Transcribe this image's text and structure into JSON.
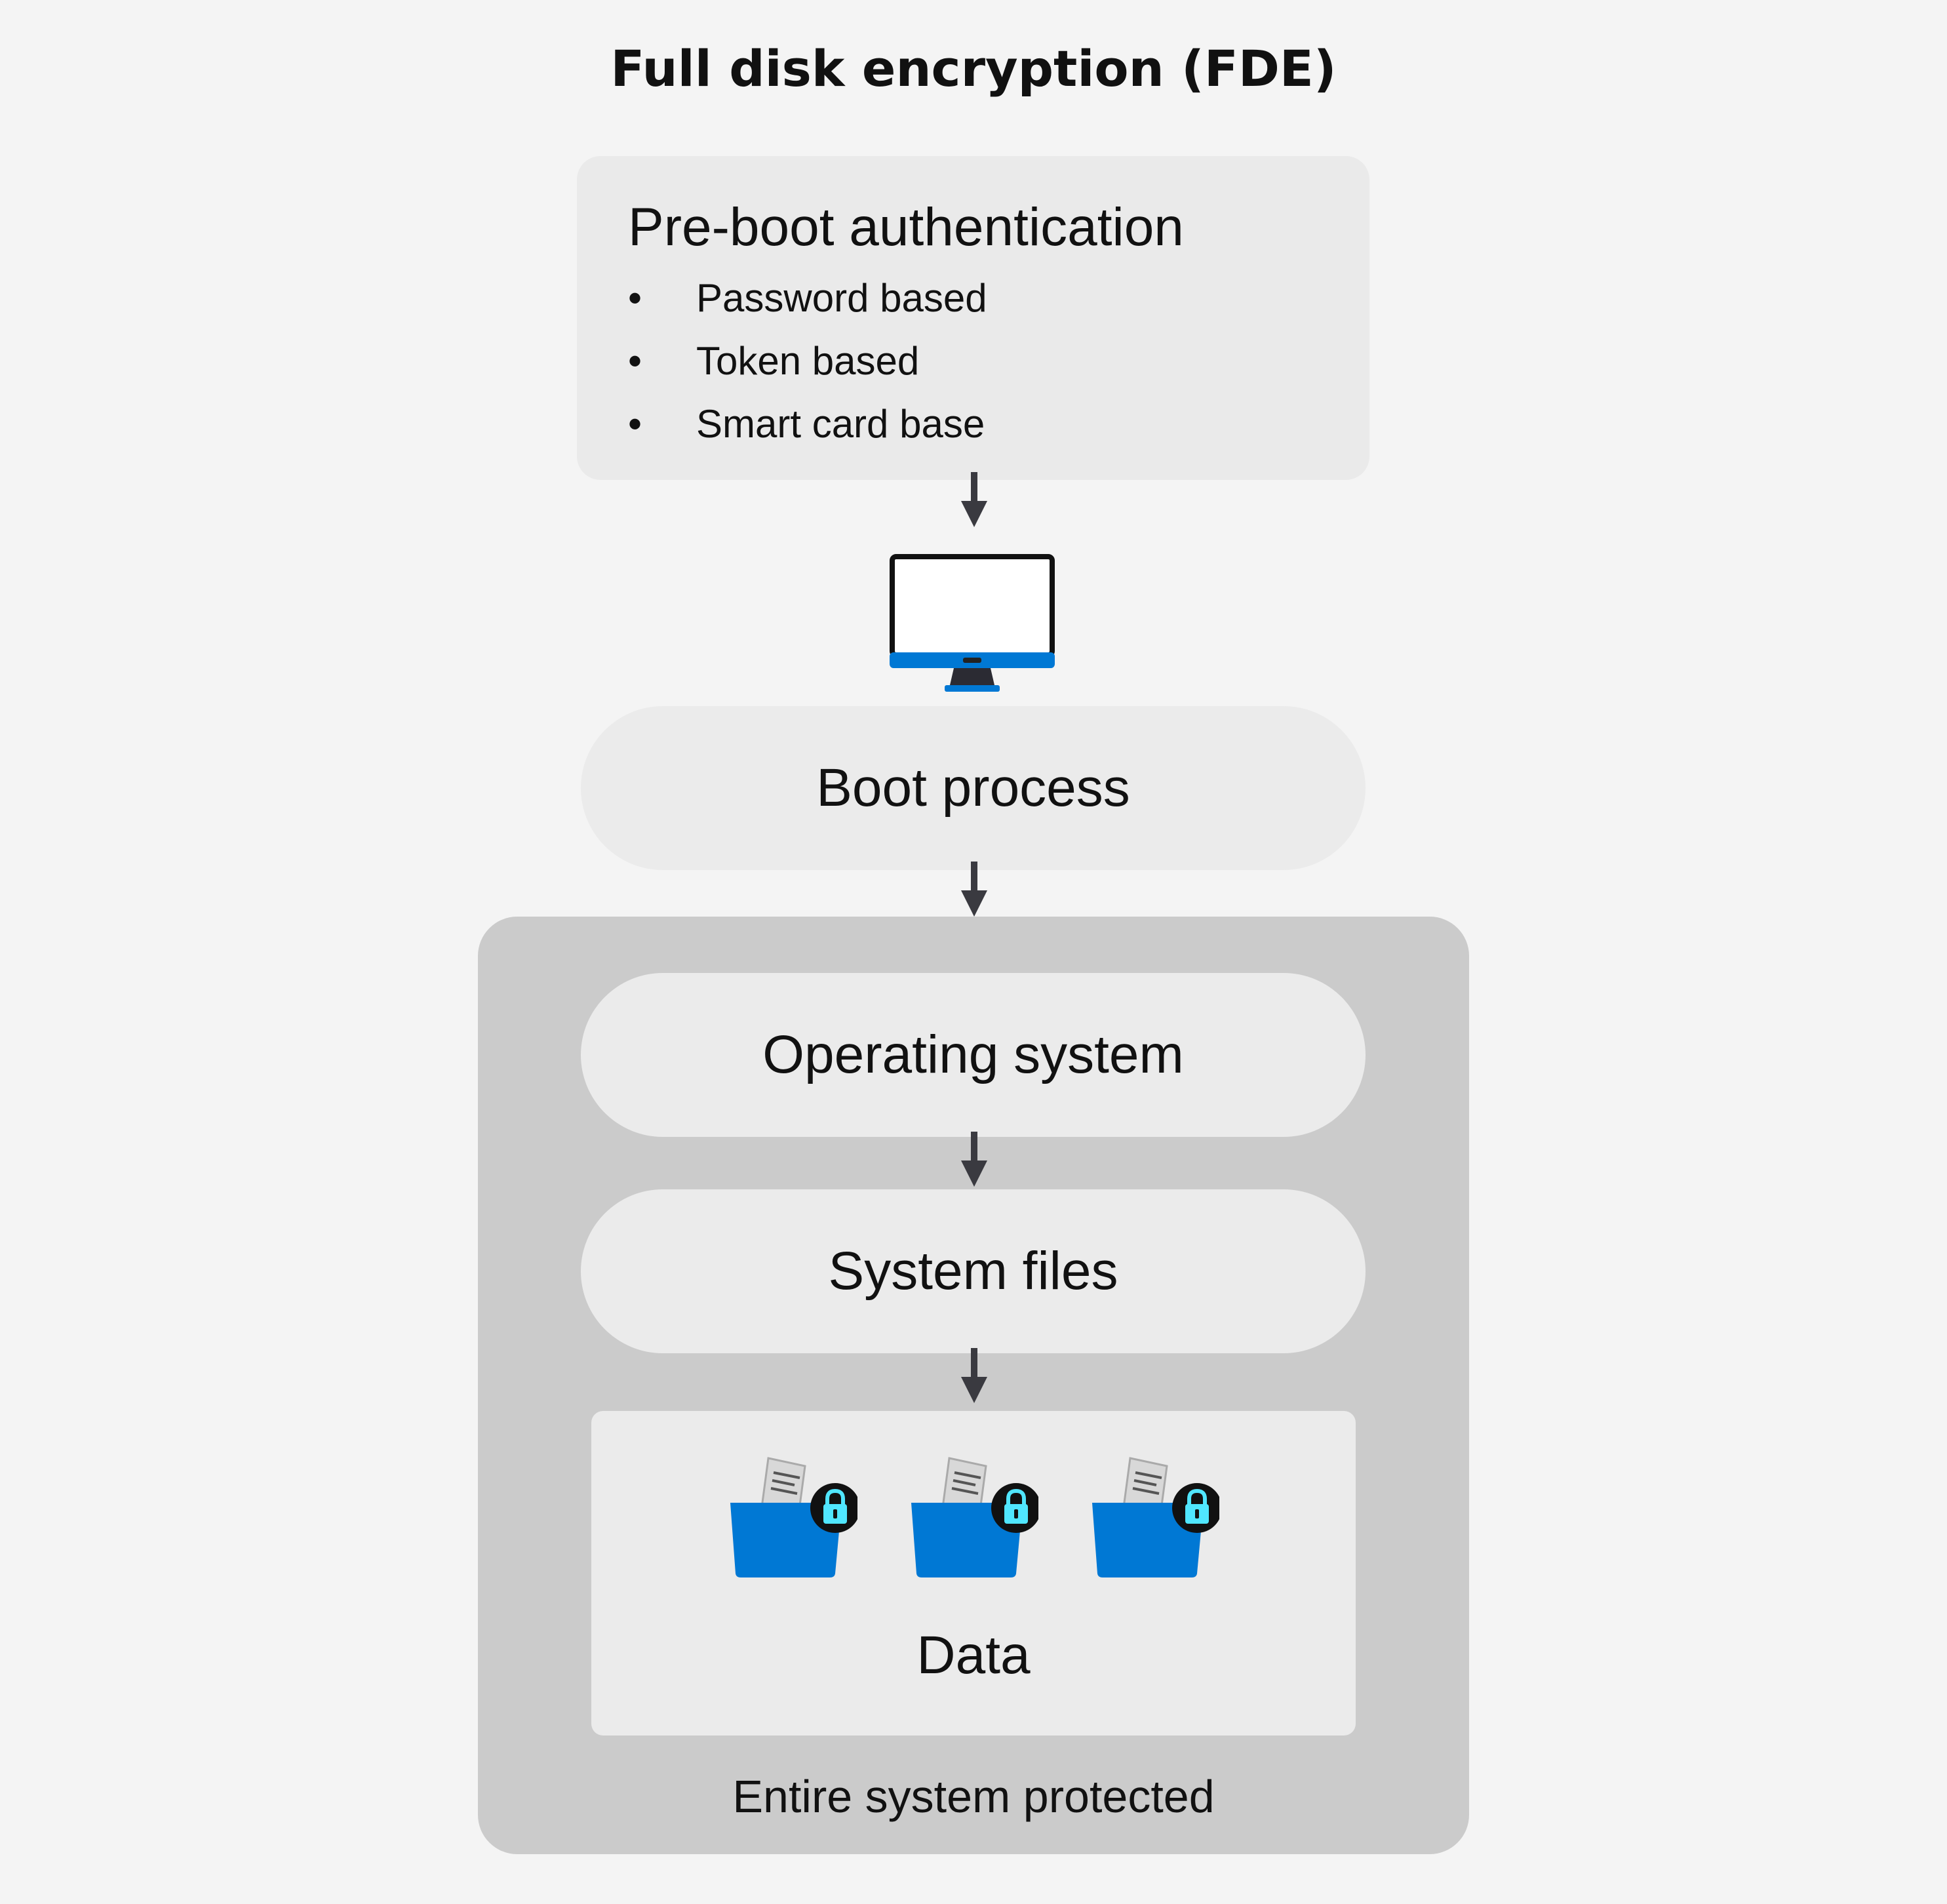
{
  "title": "Full disk encryption (FDE)",
  "preboot": {
    "heading": "Pre-boot authentication",
    "bullet": "•",
    "items": [
      "Password based",
      "Token based",
      "Smart card base"
    ]
  },
  "boot": {
    "label": "Boot process"
  },
  "protected": {
    "label": "Entire system protected",
    "os_label": "Operating system",
    "system_files_label": "System files",
    "data_label": "Data"
  },
  "icons": {
    "computer": "monitor-icon",
    "data_folders": [
      "locked-folder-icon",
      "locked-folder-icon",
      "locked-folder-icon"
    ]
  },
  "colors": {
    "accent_blue": "#0078d4",
    "lock_cyan": "#50e6ff",
    "arrow": "#3a3a40"
  }
}
